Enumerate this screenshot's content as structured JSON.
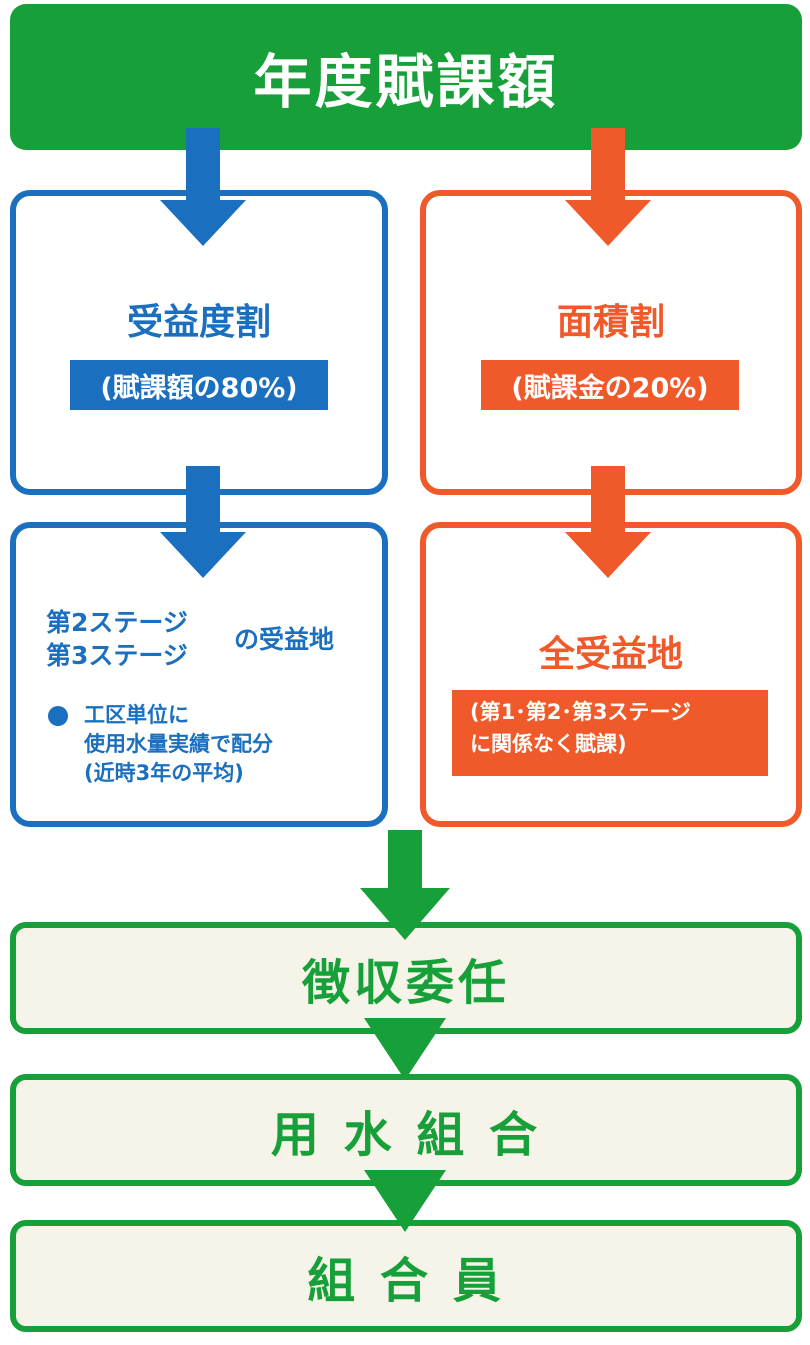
{
  "title": "年度賦課額",
  "left_top": {
    "heading": "受益度割",
    "tag": "(賦課額の80%)"
  },
  "right_top": {
    "heading": "面積割",
    "tag": "(賦課金の20%)"
  },
  "left_bottom": {
    "stage_lines": [
      "第2ステージ",
      "第3ステージ"
    ],
    "stage_suffix": "の受益地",
    "note_lines": [
      "工区単位に",
      "使用水量実績で配分",
      "(近時3年の平均)"
    ]
  },
  "right_bottom": {
    "heading": "全受益地",
    "tag_lines": [
      "(第1･第2･第3ステージ",
      "に関係なく賦課)"
    ]
  },
  "flow": {
    "step1": "徴収委任",
    "step2": "用 水 組 合",
    "step3": "組 合 員"
  },
  "colors": {
    "green": "#17a03a",
    "blue": "#1a6fbf",
    "orange": "#f0592a",
    "cream": "#f6f4e8"
  }
}
